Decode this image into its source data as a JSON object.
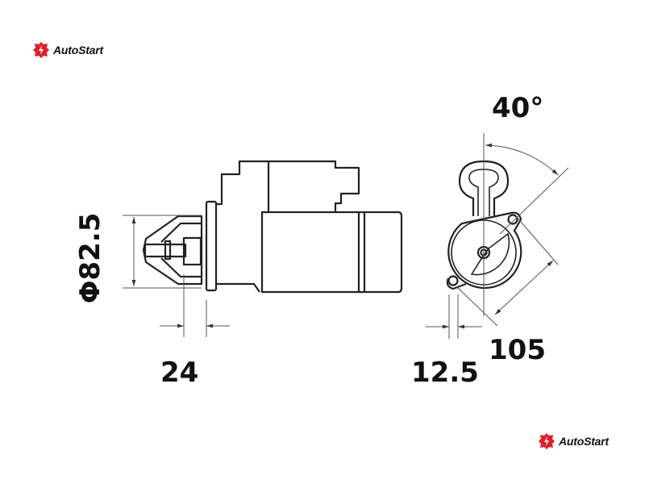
{
  "brand": {
    "name": "AutoStart",
    "accent": "#e41e26"
  },
  "dimensions": {
    "diameter": "Φ82.5",
    "flange_offset": "24",
    "mount_offset": "12.5",
    "bolt_spacing": "105",
    "angle": "40°"
  }
}
